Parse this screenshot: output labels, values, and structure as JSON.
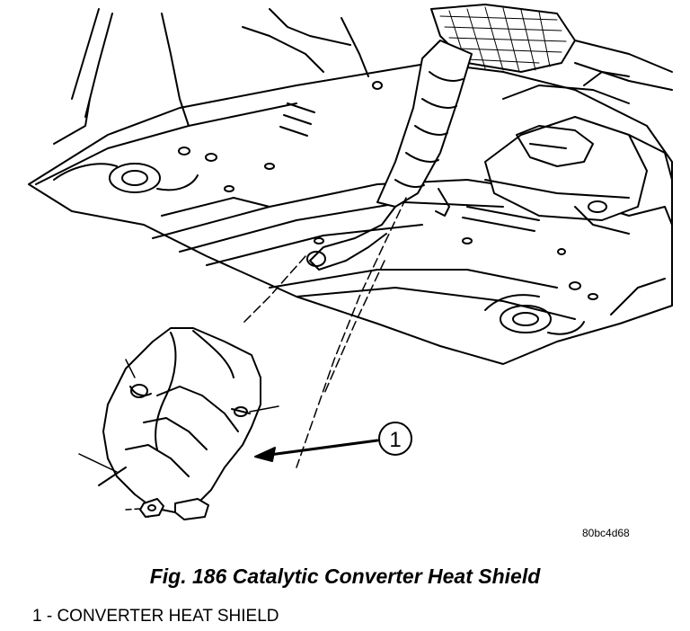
{
  "figure": {
    "callout_number": "1",
    "image_code": "80bc4d68",
    "caption": "Fig. 186 Catalytic Converter Heat Shield"
  },
  "legend": [
    {
      "text": "1 - CONVERTER HEAT SHIELD"
    }
  ]
}
